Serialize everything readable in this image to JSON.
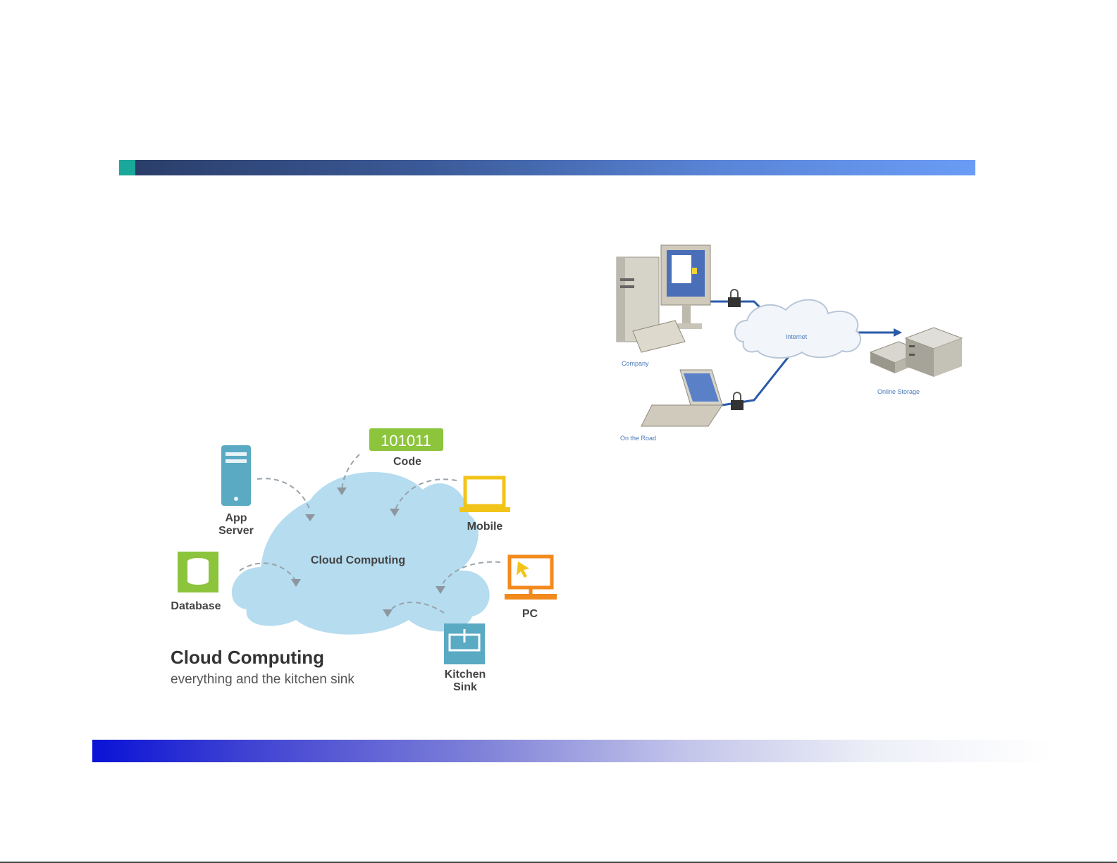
{
  "cloud_diagram": {
    "center_label": "Cloud Computing",
    "code_value": "101011",
    "nodes": {
      "code": "Code",
      "app_server_line1": "App",
      "app_server_line2": "Server",
      "mobile": "Mobile",
      "database": "Database",
      "pc": "PC",
      "kitchen_sink_line1": "Kitchen",
      "kitchen_sink_line2": "Sink"
    },
    "caption_title": "Cloud Computing",
    "caption_subtitle": "everything and the kitchen sink"
  },
  "network_diagram": {
    "company": "Company",
    "on_the_road": "On the Road",
    "internet": "Internet",
    "online_storage": "Online Storage"
  },
  "colors": {
    "accent": "#1aa89a",
    "cloud": "#b5dcef",
    "server_blue": "#5aaac4",
    "green": "#8cc43c",
    "orange": "#f28a1c",
    "mobile_yellow": "#f2c419",
    "link_blue": "#2a5aa8"
  }
}
